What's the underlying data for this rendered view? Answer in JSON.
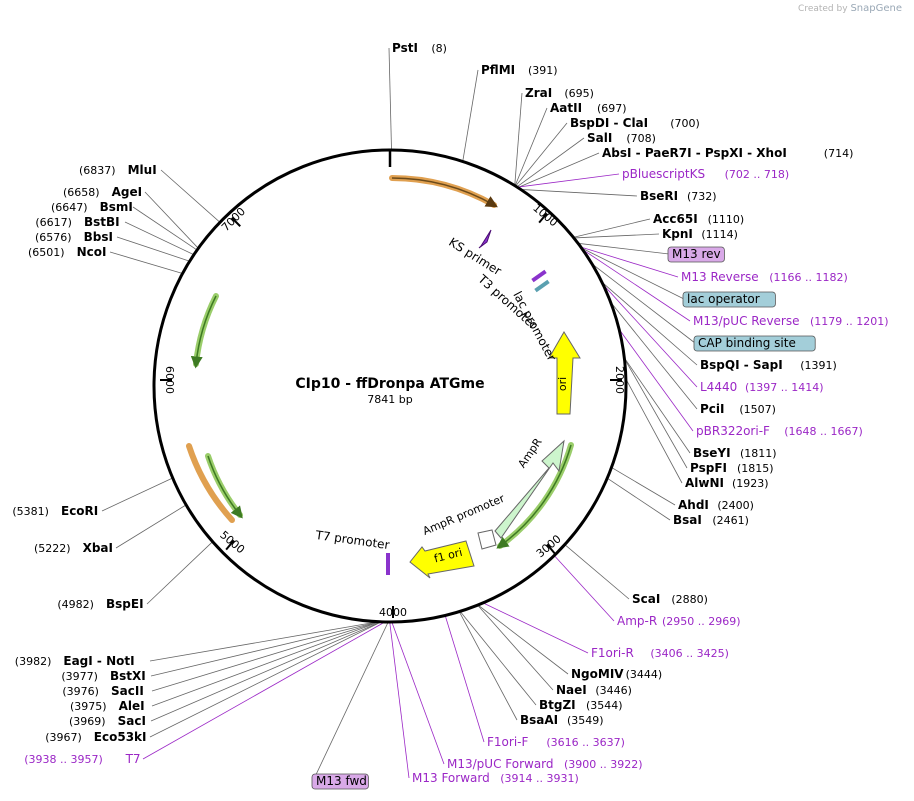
{
  "credit": {
    "prefix": "Created by",
    "brand": "SnapGene"
  },
  "plasmid": {
    "name": "CIp10 - ffDronpa ATGme",
    "size_label": "7841 bp",
    "length": 7841
  },
  "ticks": [
    "1000",
    "2000",
    "3000",
    "4000",
    "5000",
    "6000",
    "7000"
  ],
  "inner_labels": {
    "ks_primer": "KS primer",
    "t3_promoter": "T3 promoter",
    "lac_promoter": "lac promoter",
    "ori": "ori",
    "ampr": "AmpR",
    "ampr_promoter": "AmpR promoter",
    "f1_ori": "f1 ori",
    "t7_promoter": "T7 promoter"
  },
  "right_labels": [
    {
      "parts": [
        "PstI"
      ],
      "pos": "(8)",
      "kind": "enzyme"
    },
    {
      "parts": [
        "PflMI"
      ],
      "pos": "(391)",
      "kind": "enzyme"
    },
    {
      "parts": [
        "ZraI"
      ],
      "pos": "(695)",
      "kind": "enzyme"
    },
    {
      "parts": [
        "AatII"
      ],
      "pos": "(697)",
      "kind": "enzyme"
    },
    {
      "parts": [
        "BspDI",
        "ClaI"
      ],
      "pos": "(700)",
      "kind": "enzyme"
    },
    {
      "parts": [
        "SalI"
      ],
      "pos": "(708)",
      "kind": "enzyme"
    },
    {
      "parts": [
        "AbsI",
        "PaeR7I",
        "PspXI",
        "XhoI"
      ],
      "pos": "(714)",
      "kind": "enzyme"
    },
    {
      "parts": [
        "pBluescriptKS"
      ],
      "pos": "(702 .. 718)",
      "kind": "primer"
    },
    {
      "parts": [
        "BseRI"
      ],
      "pos": "(732)",
      "kind": "enzyme"
    },
    {
      "parts": [
        "Acc65I"
      ],
      "pos": "(1110)",
      "kind": "enzyme"
    },
    {
      "parts": [
        "KpnI"
      ],
      "pos": "(1114)",
      "kind": "enzyme"
    },
    {
      "parts": [
        "M13 rev"
      ],
      "pos": "",
      "kind": "feature-box"
    },
    {
      "parts": [
        "M13 Reverse"
      ],
      "pos": "(1166 .. 1182)",
      "kind": "primer"
    },
    {
      "parts": [
        "lac operator"
      ],
      "pos": "",
      "kind": "blue-box"
    },
    {
      "parts": [
        "M13/pUC Reverse"
      ],
      "pos": "(1179 .. 1201)",
      "kind": "primer"
    },
    {
      "parts": [
        "CAP binding site"
      ],
      "pos": "",
      "kind": "blue-box"
    },
    {
      "parts": [
        "BspQI",
        "SapI"
      ],
      "pos": "(1391)",
      "kind": "enzyme"
    },
    {
      "parts": [
        "L4440"
      ],
      "pos": "(1397 .. 1414)",
      "kind": "primer"
    },
    {
      "parts": [
        "PciI"
      ],
      "pos": "(1507)",
      "kind": "enzyme"
    },
    {
      "parts": [
        "pBR322ori-F"
      ],
      "pos": "(1648 .. 1667)",
      "kind": "primer"
    },
    {
      "parts": [
        "BseYI"
      ],
      "pos": "(1811)",
      "kind": "enzyme"
    },
    {
      "parts": [
        "PspFI"
      ],
      "pos": "(1815)",
      "kind": "enzyme"
    },
    {
      "parts": [
        "AlwNI"
      ],
      "pos": "(1923)",
      "kind": "enzyme"
    },
    {
      "parts": [
        "AhdI"
      ],
      "pos": "(2400)",
      "kind": "enzyme"
    },
    {
      "parts": [
        "BsaI"
      ],
      "pos": "(2461)",
      "kind": "enzyme"
    },
    {
      "parts": [
        "ScaI"
      ],
      "pos": "(2880)",
      "kind": "enzyme"
    },
    {
      "parts": [
        "Amp-R"
      ],
      "pos": "(2950 .. 2969)",
      "kind": "primer"
    },
    {
      "parts": [
        "F1ori-R"
      ],
      "pos": "(3406 .. 3425)",
      "kind": "primer"
    },
    {
      "parts": [
        "NgoMIV"
      ],
      "pos": "(3444)",
      "kind": "enzyme"
    },
    {
      "parts": [
        "NaeI"
      ],
      "pos": "(3446)",
      "kind": "enzyme"
    },
    {
      "parts": [
        "BtgZI"
      ],
      "pos": "(3544)",
      "kind": "enzyme"
    },
    {
      "parts": [
        "BsaAI"
      ],
      "pos": "(3549)",
      "kind": "enzyme"
    },
    {
      "parts": [
        "F1ori-F"
      ],
      "pos": "(3616 .. 3637)",
      "kind": "primer"
    },
    {
      "parts": [
        "M13/pUC Forward"
      ],
      "pos": "(3900 .. 3922)",
      "kind": "primer"
    },
    {
      "parts": [
        "M13 Forward"
      ],
      "pos": "(3914 .. 3931)",
      "kind": "primer"
    }
  ],
  "left_labels": [
    {
      "parts": [
        "MluI"
      ],
      "pos": "(6837)",
      "kind": "enzyme"
    },
    {
      "parts": [
        "AgeI"
      ],
      "pos": "(6658)",
      "kind": "enzyme"
    },
    {
      "parts": [
        "BsmI"
      ],
      "pos": "(6647)",
      "kind": "enzyme"
    },
    {
      "parts": [
        "BstBI"
      ],
      "pos": "(6617)",
      "kind": "enzyme"
    },
    {
      "parts": [
        "BbsI"
      ],
      "pos": "(6576)",
      "kind": "enzyme"
    },
    {
      "parts": [
        "NcoI"
      ],
      "pos": "(6501)",
      "kind": "enzyme"
    },
    {
      "parts": [
        "EcoRI"
      ],
      "pos": "(5381)",
      "kind": "enzyme"
    },
    {
      "parts": [
        "XbaI"
      ],
      "pos": "(5222)",
      "kind": "enzyme"
    },
    {
      "parts": [
        "BspEI"
      ],
      "pos": "(4982)",
      "kind": "enzyme"
    },
    {
      "parts": [
        "EagI",
        "NotI"
      ],
      "pos": "(3982)",
      "kind": "enzyme"
    },
    {
      "parts": [
        "BstXI"
      ],
      "pos": "(3977)",
      "kind": "enzyme"
    },
    {
      "parts": [
        "SacII"
      ],
      "pos": "(3976)",
      "kind": "enzyme"
    },
    {
      "parts": [
        "AleI"
      ],
      "pos": "(3975)",
      "kind": "enzyme"
    },
    {
      "parts": [
        "SacI"
      ],
      "pos": "(3969)",
      "kind": "enzyme"
    },
    {
      "parts": [
        "Eco53kI"
      ],
      "pos": "(3967)",
      "kind": "enzyme"
    },
    {
      "parts": [
        "T7"
      ],
      "pos": "(3938 .. 3957)",
      "kind": "primer"
    },
    {
      "parts": [
        "M13 fwd"
      ],
      "pos": "",
      "kind": "feature-box"
    }
  ],
  "colors": {
    "backbone": "#000000",
    "enzyme_text": "#000000",
    "primer": "#9b27c6",
    "feature_box_fill": "#d9a9e8",
    "blue_box_fill": "#a3ced9",
    "ori_yellow": "#ffff00",
    "ampr_green": "#cdf5cd",
    "orange": "#e0a050",
    "green_arrow": "#4c9a2a"
  }
}
